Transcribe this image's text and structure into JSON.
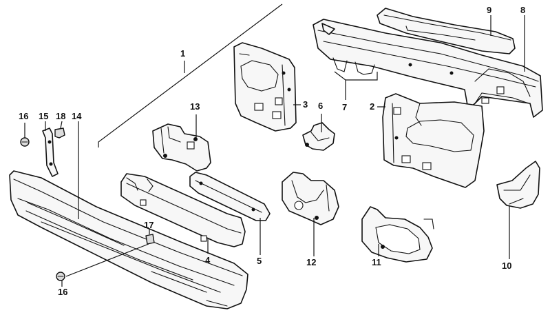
{
  "diagram": {
    "callouts": [
      {
        "id": "c1",
        "label": "1"
      },
      {
        "id": "c2",
        "label": "2"
      },
      {
        "id": "c3",
        "label": "3"
      },
      {
        "id": "c4",
        "label": "4"
      },
      {
        "id": "c5",
        "label": "5"
      },
      {
        "id": "c6",
        "label": "6"
      },
      {
        "id": "c7",
        "label": "7"
      },
      {
        "id": "c8",
        "label": "8"
      },
      {
        "id": "c9",
        "label": "9"
      },
      {
        "id": "c10",
        "label": "10"
      },
      {
        "id": "c11",
        "label": "11"
      },
      {
        "id": "c12",
        "label": "12"
      },
      {
        "id": "c13",
        "label": "13"
      },
      {
        "id": "c14",
        "label": "14"
      },
      {
        "id": "c15",
        "label": "15"
      },
      {
        "id": "c16a",
        "label": "16"
      },
      {
        "id": "c16b",
        "label": "16"
      },
      {
        "id": "c17",
        "label": "17"
      },
      {
        "id": "c18",
        "label": "18"
      }
    ]
  }
}
